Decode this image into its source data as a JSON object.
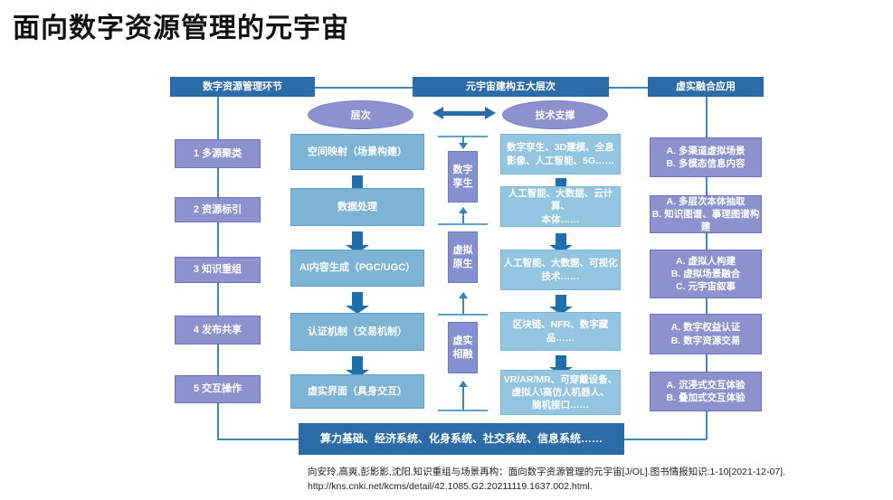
{
  "page": {
    "title": "面向数字资源管理的元宇宙"
  },
  "headers": {
    "left": "数字资源管理环节",
    "center": "元宇宙建构五大层次",
    "right": "虚实融合应用"
  },
  "ellipses": {
    "left": "层次",
    "right": "技术支撑"
  },
  "icons": {
    "double_arrow": "double-headed-arrow",
    "down_arrow": "down-arrow"
  },
  "columns": {
    "stages": [
      "1 多源聚类",
      "2 资源标引",
      "3 知识重组",
      "4 发布共享",
      "5 交互操作"
    ],
    "processes": [
      "空间映射（场景构建）",
      "数据处理",
      "AI内容生成（PGC/UGC）",
      "认证机制（交易机制）",
      "虚实界面（具身交互）"
    ],
    "layers": [
      "数字\n孪生",
      "虚拟\n原生",
      "虚实\n相融"
    ],
    "layers_lines": [
      [
        "数字",
        "孪生"
      ],
      [
        "虚拟",
        "原生"
      ],
      [
        "虚实",
        "相融"
      ]
    ],
    "technologies": [
      [
        "数字孪生、3D建模、全息",
        "影像、人工智能、5G……"
      ],
      [
        "人工智能、大数据、云计算、",
        "本体……"
      ],
      [
        "人工智能、大数据、可视化",
        "技术……"
      ],
      [
        "区块链、NFR、数字藏",
        "品……"
      ],
      [
        "VR/AR/MR、可穿戴设备、",
        "虚拟人\\高仿人机器人、",
        "脑机接口……"
      ]
    ],
    "applications": [
      [
        "A. 多渠道虚拟场景",
        "B. 多模态信息内容"
      ],
      [
        "A. 多层次本体抽取",
        "B. 知识图谱、事理图谱构建"
      ],
      [
        "A. 虚拟人构建",
        "B. 虚拟场景融合",
        "C. 元宇宙叙事"
      ],
      [
        "A. 数字权益认证",
        "B. 数字资源交易"
      ],
      [
        "A. 沉浸式交互体验",
        "B. 叠加式交互体验"
      ]
    ]
  },
  "base": {
    "label": "算力基础、经济系统、化身系统、社交系统、信息系统……"
  },
  "citation": {
    "line1": "向安玲,高爽,彭影影,沈阳.知识重组与场景再构：面向数字资源管理的元宇宙[J/OL].图书情报知识:1-10[2021-12-07].",
    "line2": "http://kns.cnki.net/kcms/detail/42.1085.G2.20211119.1637.002.html."
  },
  "colors": {
    "header_blue": "#2b6ca8",
    "light_blue": "#7db3d5",
    "pale_blue": "#93c5e0",
    "purple": "#8d92cf",
    "layer_purple": "#8490d0",
    "connector": "#3f87bf"
  }
}
